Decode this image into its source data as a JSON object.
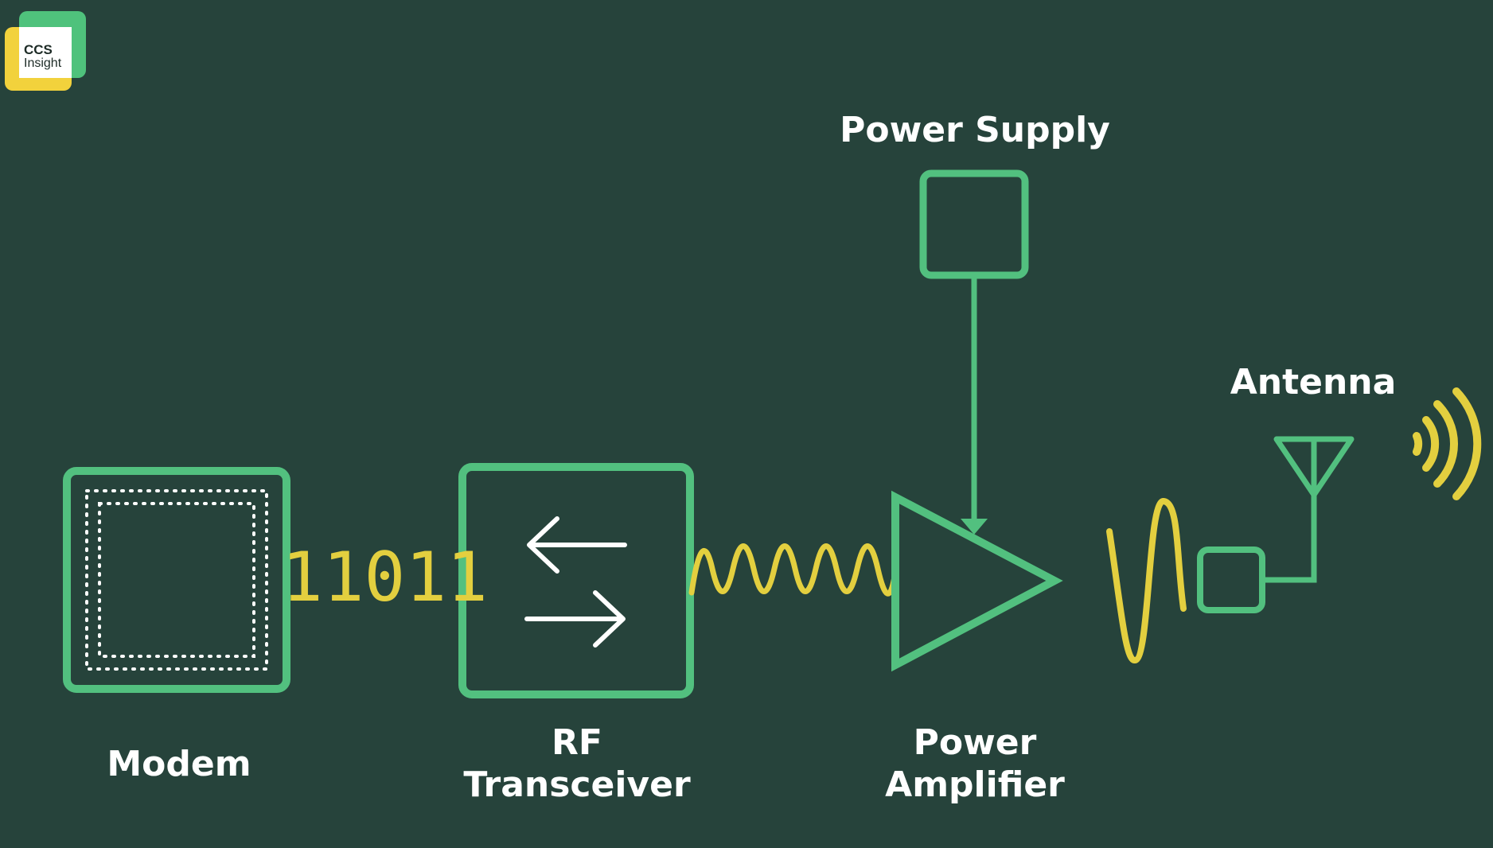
{
  "logo": {
    "line1": "CCS",
    "line2": "Insight"
  },
  "labels": {
    "modem": "Modem",
    "rf_line1": "RF",
    "rf_line2": "Transceiver",
    "pa_line1": "Power",
    "pa_line2": "Amplifier",
    "power_supply": "Power Supply",
    "antenna": "Antenna"
  },
  "bit_stream": "11011",
  "colors": {
    "background": "#26433b",
    "block_outline": "#52c07f",
    "signal": "#e3cf3f",
    "text": "#ffffff"
  },
  "icons": {
    "modem": "modem-chip-icon",
    "rf": "bidirectional-arrows-icon",
    "pa": "amplifier-triangle-icon",
    "antenna": "antenna-icon",
    "waves": "radio-waves-icon"
  }
}
